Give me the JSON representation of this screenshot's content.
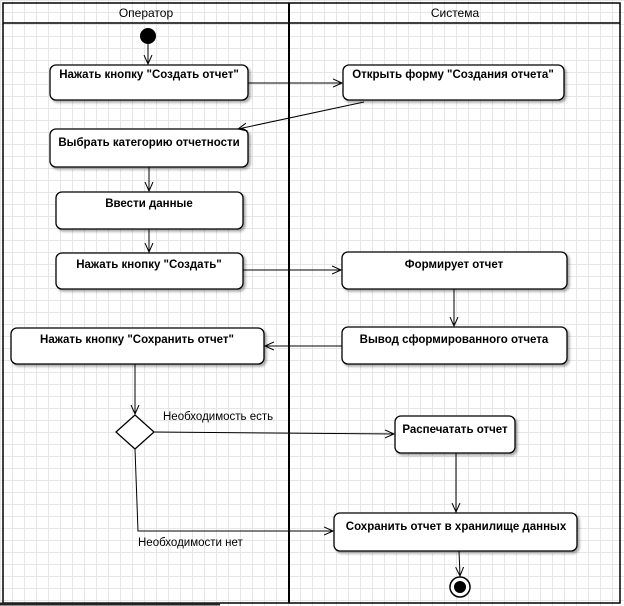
{
  "lanes": {
    "operator": "Оператор",
    "system": "Система"
  },
  "nodes": {
    "press_create_report": "Нажать кнопку \"Создать отчет\"",
    "open_form": "Открыть форму \"Создания отчета\"",
    "select_category": "Выбрать категорию отчетности",
    "enter_data": "Ввести данные",
    "press_create": "Нажать кнопку \"Создать\"",
    "forms_report": "Формирует отчет",
    "save_report_button": "Нажать кнопку \"Сохранить отчет\"",
    "output_report": "Вывод сформированного отчета",
    "print_report": "Распечатать отчет",
    "save_to_storage": "Сохранить отчет в хранилище данных"
  },
  "guards": {
    "needed": "Необходимость есть",
    "not_needed": "Необходимости нет"
  }
}
